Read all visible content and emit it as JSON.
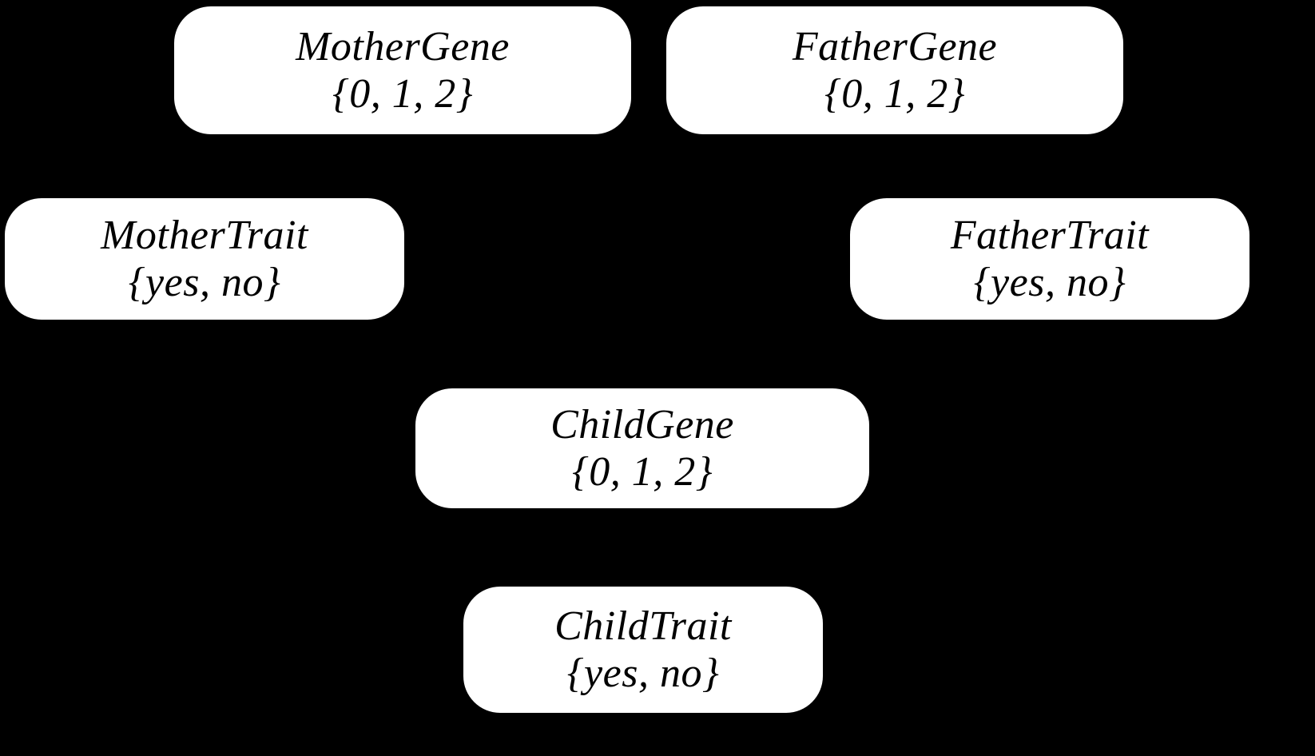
{
  "diagram": {
    "type": "bayesian-network",
    "background_color": "#000000",
    "node_fill_color": "#ffffff",
    "node_text_color": "#000000",
    "nodes": [
      {
        "id": "mother-gene",
        "title": "MotherGene",
        "domain": "{0, 1, 2}",
        "values": [
          "0",
          "1",
          "2"
        ]
      },
      {
        "id": "father-gene",
        "title": "FatherGene",
        "domain": "{0, 1, 2}",
        "values": [
          "0",
          "1",
          "2"
        ]
      },
      {
        "id": "mother-trait",
        "title": "MotherTrait",
        "domain": "{yes, no}",
        "values": [
          "yes",
          "no"
        ]
      },
      {
        "id": "father-trait",
        "title": "FatherTrait",
        "domain": "{yes, no}",
        "values": [
          "yes",
          "no"
        ]
      },
      {
        "id": "child-gene",
        "title": "ChildGene",
        "domain": "{0, 1, 2}",
        "values": [
          "0",
          "1",
          "2"
        ]
      },
      {
        "id": "child-trait",
        "title": "ChildTrait",
        "domain": "{yes, no}",
        "values": [
          "yes",
          "no"
        ]
      }
    ]
  }
}
